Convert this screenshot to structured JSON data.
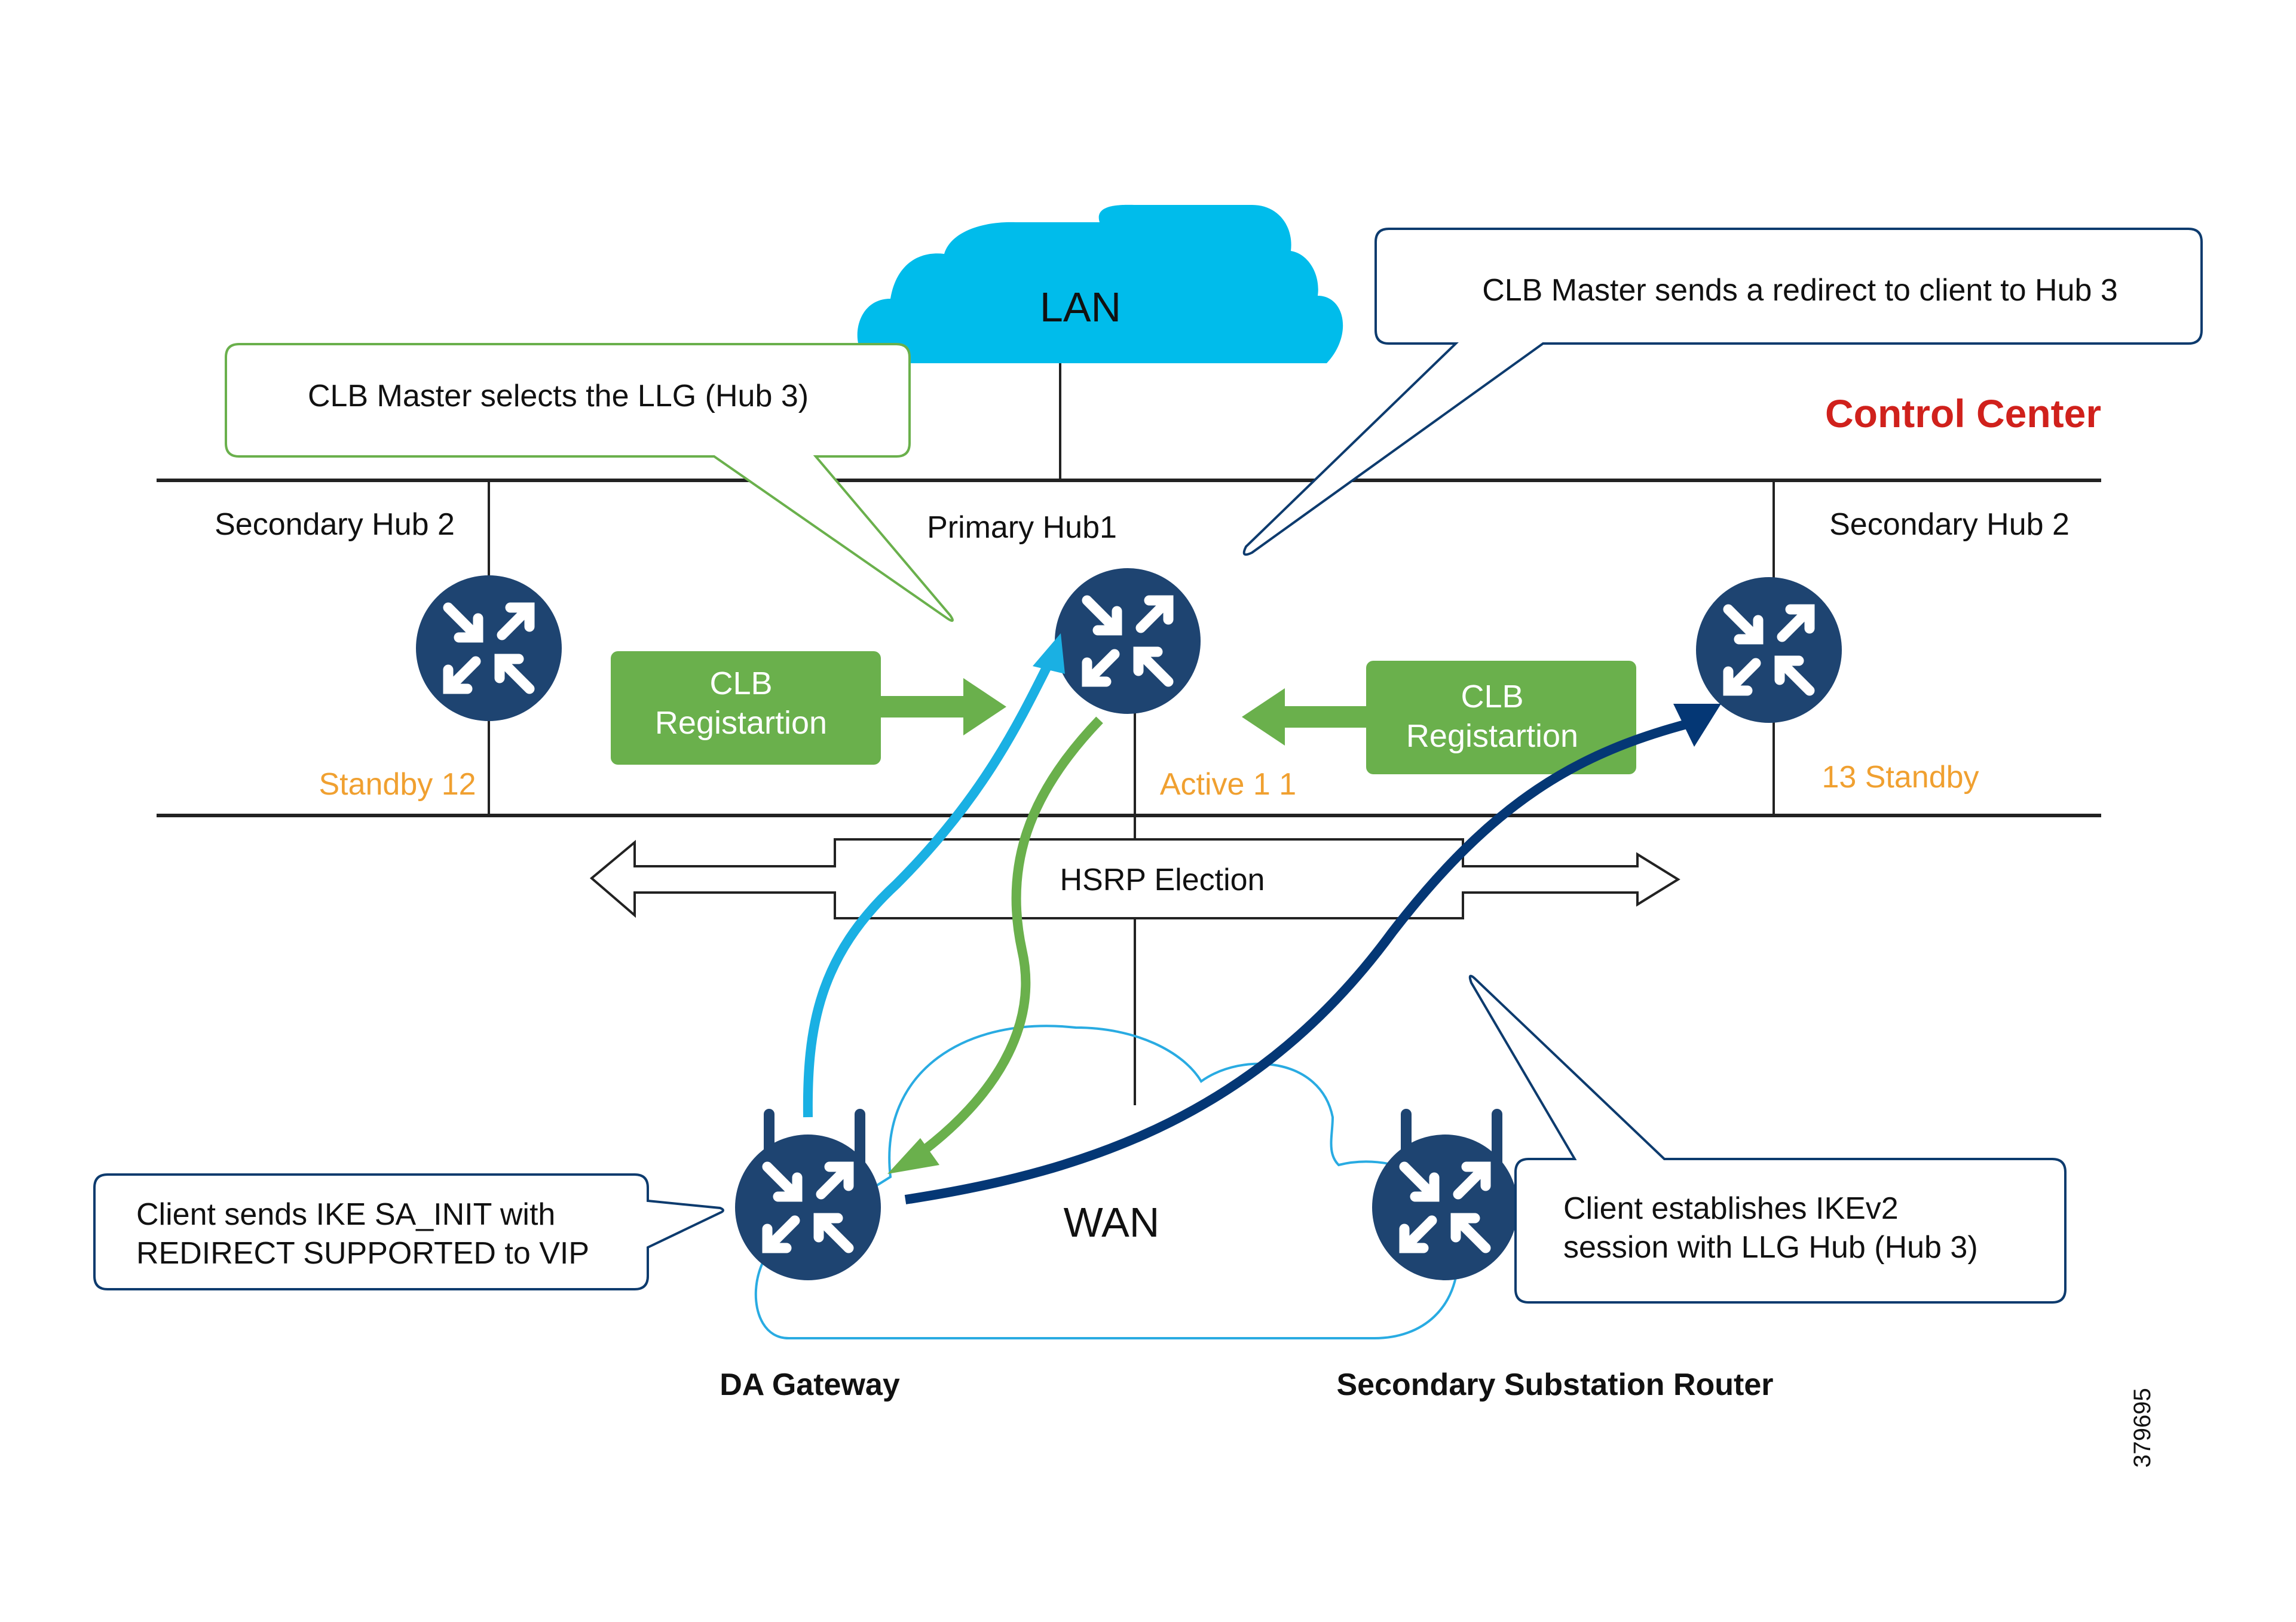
{
  "colors": {
    "router": "#1e4471",
    "lan_cloud": "#00bceb",
    "wan_cloud_stroke": "#29abe2",
    "green": "#6ab04c",
    "light_blue_arrow": "#1ab0e3",
    "dark_blue_arrow": "#043775",
    "orange": "#f0a030",
    "red": "#d0211c",
    "callout_blue": "#0d3b6e",
    "line": "#222222"
  },
  "clouds": {
    "lan": "LAN",
    "wan": "WAN"
  },
  "zone_label": "Control Center",
  "hubs": {
    "left": {
      "name": "Secondary Hub 2",
      "status": "Standby 12"
    },
    "center": {
      "name": "Primary Hub1",
      "status": "Active 1 1"
    },
    "right": {
      "name": "Secondary Hub 2",
      "status": "13 Standby"
    }
  },
  "registrations": {
    "left": [
      "CLB",
      "Registartion"
    ],
    "right": [
      "CLB",
      "Registartion"
    ]
  },
  "hsrp": "HSRP Election",
  "callouts": {
    "select_llg": "CLB Master selects the LLG  (Hub 3)",
    "redirect": "CLB Master sends a redirect to client to Hub 3",
    "client_init": [
      "Client sends IKE SA_INIT with",
      "REDIRECT SUPPORTED to VIP"
    ],
    "client_establish": [
      "Client establishes IKEv2",
      "session with LLG Hub (Hub 3)"
    ]
  },
  "devices": {
    "da_gateway": "DA Gateway",
    "substation": "Secondary Substation Router"
  },
  "figure_id": "379695"
}
